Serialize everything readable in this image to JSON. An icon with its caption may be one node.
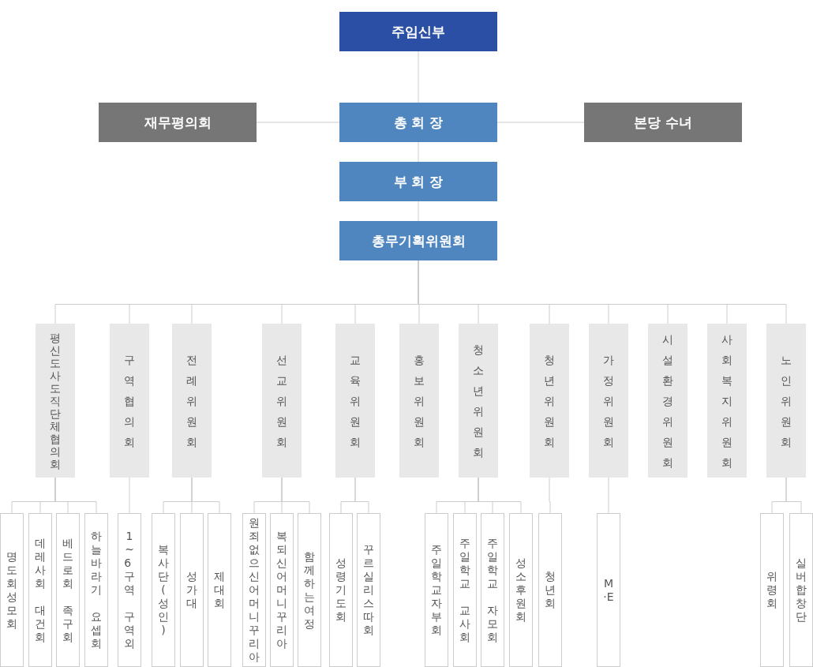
{
  "diagram": {
    "nodes": [
      {
        "text": [
          "주임신부"
        ]
      },
      {
        "text": [
          "재무평의회"
        ]
      },
      {
        "text": [
          "총 회 장"
        ]
      },
      {
        "text": [
          "본당 수녀"
        ]
      },
      {
        "text": [
          "부 회 장"
        ]
      },
      {
        "text": [
          "총무기획위원회"
        ]
      },
      {
        "text": [
          "평신도사도직단체협의회"
        ]
      },
      {
        "text": [
          "구역협의회"
        ]
      },
      {
        "text": [
          "전례위원회"
        ]
      },
      {
        "text": [
          "선교위원회"
        ]
      },
      {
        "text": [
          "교육위원회"
        ]
      },
      {
        "text": [
          "홍보위원회"
        ]
      },
      {
        "text": [
          "청소년위원회"
        ]
      },
      {
        "text": [
          "청년위원회"
        ]
      },
      {
        "text": [
          "가정위원회"
        ]
      },
      {
        "text": [
          "시설환경위원회"
        ]
      },
      {
        "text": [
          "사회복지위원회"
        ]
      },
      {
        "text": [
          "노인위원회"
        ]
      },
      {
        "text": [
          "명도회성모회"
        ]
      },
      {
        "text": [
          "데레사회 대건회"
        ]
      },
      {
        "text": [
          "베드로회 족구회"
        ]
      },
      {
        "text": [
          "하늘바라기 요셉회"
        ]
      },
      {
        "text": [
          "1~6 구역 구역외"
        ]
      },
      {
        "text": [
          "복사단(성인)"
        ]
      },
      {
        "text": [
          "성가대"
        ]
      },
      {
        "text": [
          "제대회"
        ]
      },
      {
        "text": [
          "원죄없으신어머니꾸리아"
        ]
      },
      {
        "text": [
          "복되신어머니꾸리아"
        ]
      },
      {
        "text": [
          "함께하는여정"
        ]
      },
      {
        "text": [
          "성령기도회"
        ]
      },
      {
        "text": [
          "꾸르실리스따회"
        ]
      },
      {
        "text": [
          "주일학교자부회"
        ]
      },
      {
        "text": [
          "주일학교 교사회"
        ]
      },
      {
        "text": [
          "주일학교 자모회"
        ]
      },
      {
        "text": [
          "성소후원회"
        ]
      },
      {
        "text": [
          "청년회"
        ]
      },
      {
        "text": [
          "M·E"
        ]
      },
      {
        "text": [
          "위령회"
        ]
      },
      {
        "text": [
          "실버합창단"
        ]
      }
    ],
    "edges": [
      {
        "from": 0,
        "to": 2,
        "arrow": "none"
      },
      {
        "from": 2,
        "to": 1,
        "arrow": "none"
      },
      {
        "from": 2,
        "to": 3,
        "arrow": "none"
      },
      {
        "from": 2,
        "to": 4,
        "arrow": "none"
      },
      {
        "from": 4,
        "to": 5,
        "arrow": "none"
      },
      {
        "from": 5,
        "to": 6,
        "arrow": "none"
      },
      {
        "from": 5,
        "to": 7,
        "arrow": "none"
      },
      {
        "from": 5,
        "to": 8,
        "arrow": "none"
      },
      {
        "from": 5,
        "to": 9,
        "arrow": "none"
      },
      {
        "from": 5,
        "to": 10,
        "arrow": "none"
      },
      {
        "from": 5,
        "to": 11,
        "arrow": "none"
      },
      {
        "from": 5,
        "to": 12,
        "arrow": "none"
      },
      {
        "from": 5,
        "to": 13,
        "arrow": "none"
      },
      {
        "from": 5,
        "to": 14,
        "arrow": "none"
      },
      {
        "from": 5,
        "to": 15,
        "arrow": "none"
      },
      {
        "from": 5,
        "to": 16,
        "arrow": "none"
      },
      {
        "from": 5,
        "to": 17,
        "arrow": "none"
      },
      {
        "from": 6,
        "to": 18,
        "arrow": "none"
      },
      {
        "from": 6,
        "to": 19,
        "arrow": "none"
      },
      {
        "from": 6,
        "to": 20,
        "arrow": "none"
      },
      {
        "from": 6,
        "to": 21,
        "arrow": "none"
      },
      {
        "from": 7,
        "to": 22,
        "arrow": "none"
      },
      {
        "from": 8,
        "to": 23,
        "arrow": "none"
      },
      {
        "from": 8,
        "to": 24,
        "arrow": "none"
      },
      {
        "from": 8,
        "to": 25,
        "arrow": "none"
      },
      {
        "from": 9,
        "to": 26,
        "arrow": "none"
      },
      {
        "from": 9,
        "to": 27,
        "arrow": "none"
      },
      {
        "from": 9,
        "to": 28,
        "arrow": "none"
      },
      {
        "from": 10,
        "to": 29,
        "arrow": "none"
      },
      {
        "from": 10,
        "to": 30,
        "arrow": "none"
      },
      {
        "from": 12,
        "to": 31,
        "arrow": "none"
      },
      {
        "from": 12,
        "to": 32,
        "arrow": "none"
      },
      {
        "from": 12,
        "to": 33,
        "arrow": "none"
      },
      {
        "from": 12,
        "to": 34,
        "arrow": "none"
      },
      {
        "from": 13,
        "to": 35,
        "arrow": "none"
      },
      {
        "from": 14,
        "to": 36,
        "arrow": "none"
      },
      {
        "from": 17,
        "to": 37,
        "arrow": "none"
      },
      {
        "from": 17,
        "to": 38,
        "arrow": "none"
      }
    ]
  }
}
